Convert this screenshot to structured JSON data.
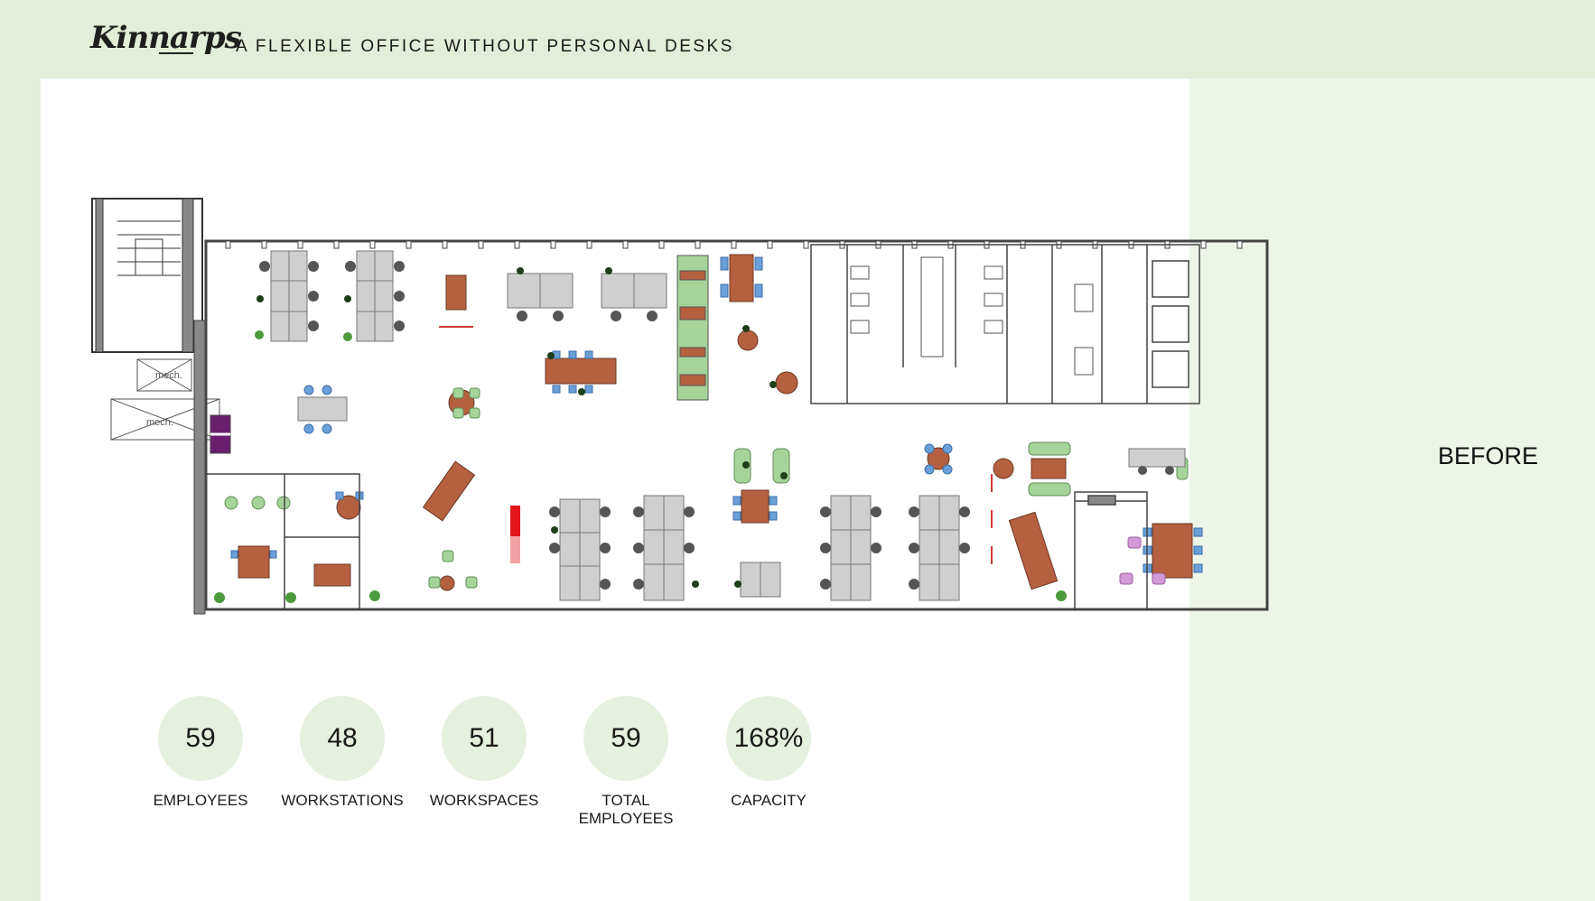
{
  "header": {
    "logo_text": "Kinnarps",
    "tagline": "A FLEXIBLE OFFICE WITHOUT PERSONAL DESKS"
  },
  "side_label": "BEFORE",
  "floorplan": {
    "room_labels": [
      "mech.",
      "mech."
    ]
  },
  "stats": [
    {
      "value": "59",
      "label": "EMPLOYEES"
    },
    {
      "value": "48",
      "label": "WORKSTATIONS"
    },
    {
      "value": "51",
      "label": "WORKSPACES"
    },
    {
      "value": "59",
      "label": "TOTAL EMPLOYEES"
    },
    {
      "value": "168%",
      "label": "CAPACITY"
    }
  ],
  "colors": {
    "page_background": "#e2eed8",
    "panel_white": "#ffffff",
    "panel_right": "#edf4e8",
    "stat_circle": "#e6f0df",
    "table_wood": "#b5603f",
    "chair_blue": "#6a9fd8",
    "chair_green": "#a6d39a",
    "desk_grey": "#c9c9c9",
    "accent_purple": "#6a1f6e",
    "accent_red": "#e2161c",
    "chair_pink": "#d49ad8"
  }
}
